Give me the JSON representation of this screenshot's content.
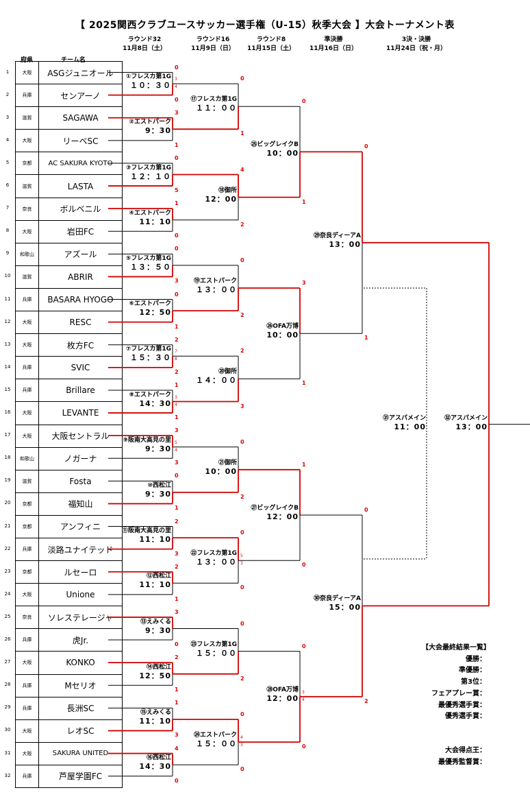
{
  "title": "【 2025関西クラブユースサッカー選手権（U-15）秋季大会 】大会トーナメント表",
  "rounds": [
    {
      "name": "ラウンド32",
      "date": "11月8日（土）"
    },
    {
      "name": "ラウンド16",
      "date": "11月9日（日）"
    },
    {
      "name": "ラウンド8",
      "date": "11月15日（土）"
    },
    {
      "name": "準決勝",
      "date": "11月16日（日）"
    },
    {
      "name": "3決・決勝",
      "date": "11月24日（祝・月）"
    }
  ],
  "columns": {
    "pref": "府県",
    "team": "チーム名"
  },
  "teams": [
    {
      "no": "1",
      "pref": "大阪",
      "name": "ASGジュニオール"
    },
    {
      "no": "2",
      "pref": "兵庫",
      "name": "センアーノ"
    },
    {
      "no": "3",
      "pref": "滋賀",
      "name": "SAGAWA"
    },
    {
      "no": "4",
      "pref": "大阪",
      "name": "リーベSC"
    },
    {
      "no": "5",
      "pref": "京都",
      "name": "AC SAKURA KYOTO"
    },
    {
      "no": "6",
      "pref": "滋賀",
      "name": "LASTA"
    },
    {
      "no": "7",
      "pref": "奈良",
      "name": "ボルベニル"
    },
    {
      "no": "8",
      "pref": "大阪",
      "name": "岩田FC"
    },
    {
      "no": "9",
      "pref": "和歌山",
      "name": "アズール"
    },
    {
      "no": "10",
      "pref": "滋賀",
      "name": "ABRIR"
    },
    {
      "no": "11",
      "pref": "兵庫",
      "name": "BASARA HYOGO"
    },
    {
      "no": "12",
      "pref": "大阪",
      "name": "RESC"
    },
    {
      "no": "13",
      "pref": "大阪",
      "name": "枚方FC"
    },
    {
      "no": "14",
      "pref": "兵庫",
      "name": "SVIC"
    },
    {
      "no": "15",
      "pref": "兵庫",
      "name": "Brillare"
    },
    {
      "no": "16",
      "pref": "大阪",
      "name": "LEVANTE"
    },
    {
      "no": "17",
      "pref": "大阪",
      "name": "大阪セントラル"
    },
    {
      "no": "18",
      "pref": "和歌山",
      "name": "ノガーナ"
    },
    {
      "no": "19",
      "pref": "滋賀",
      "name": "Fosta"
    },
    {
      "no": "20",
      "pref": "京都",
      "name": "福知山"
    },
    {
      "no": "21",
      "pref": "京都",
      "name": "アンフィニ"
    },
    {
      "no": "22",
      "pref": "兵庫",
      "name": "淡路ユナイテッド"
    },
    {
      "no": "23",
      "pref": "京都",
      "name": "ルセーロ"
    },
    {
      "no": "24",
      "pref": "大阪",
      "name": "Unione"
    },
    {
      "no": "25",
      "pref": "奈良",
      "name": "ソレステレージャ"
    },
    {
      "no": "26",
      "pref": "兵庫",
      "name": "虎Jr."
    },
    {
      "no": "27",
      "pref": "大阪",
      "name": "KONKO"
    },
    {
      "no": "28",
      "pref": "兵庫",
      "name": "Mセリオ"
    },
    {
      "no": "29",
      "pref": "兵庫",
      "name": "長洲SC"
    },
    {
      "no": "30",
      "pref": "大阪",
      "name": "レオSC"
    },
    {
      "no": "31",
      "pref": "大阪",
      "name": "SAKURA UNITED"
    },
    {
      "no": "32",
      "pref": "兵庫",
      "name": "芦屋学園FC"
    }
  ],
  "r32": [
    {
      "venue": "①フレスカ第1G",
      "time": "１０：３０",
      "s1": "0",
      "s2": "0",
      "pk1": "3",
      "pk2": "4",
      "winner": 2
    },
    {
      "venue": "②エストパーク",
      "time": "9：30",
      "s1": "3",
      "s2": "1",
      "winner": 1
    },
    {
      "venue": "③フレスカ第1G",
      "time": "１２：１０",
      "s1": "0",
      "s2": "5",
      "winner": 2
    },
    {
      "venue": "④エストパーク",
      "time": "11：10",
      "s1": "1",
      "s2": "0",
      "winner": 1
    },
    {
      "venue": "⑤フレスカ第1G",
      "time": "１３：５０",
      "s1": "0",
      "s2": "3",
      "winner": 2
    },
    {
      "venue": "⑥エストパーク",
      "time": "12：50",
      "s1": "0",
      "s2": "1",
      "winner": 2
    },
    {
      "venue": "⑦フレスカ第1G",
      "time": "１５：３０",
      "s1": "2",
      "s2": "2",
      "pk1": "7",
      "pk2": "8",
      "winner": 2
    },
    {
      "venue": "⑧エストパーク",
      "time": "14：30",
      "s1": "1",
      "s2": "1",
      "pk1": "3",
      "pk2": "4",
      "winner": 2
    },
    {
      "venue": "⑨阪南大高見の里",
      "time": "9：30",
      "s1": "3",
      "s2": "3",
      "pk1": "5",
      "pk2": "4",
      "winner": 1
    },
    {
      "venue": "⑩西松江",
      "time": "9：30",
      "s1": "0",
      "s2": "1",
      "winner": 2
    },
    {
      "venue": "⑪阪南大高見の里",
      "time": "11：10",
      "s1": "2",
      "s2": "3",
      "winner": 2
    },
    {
      "venue": "⑫西松江",
      "time": "11：10",
      "s1": "2",
      "s2": "1",
      "winner": 1
    },
    {
      "venue": "⑬えみくる",
      "time": "9：30",
      "s1": "3",
      "s2": "0",
      "winner": 1
    },
    {
      "venue": "⑭西松江",
      "time": "12：50",
      "s1": "2",
      "s2": "1",
      "winner": 1
    },
    {
      "venue": "⑮えみくる",
      "time": "11：10",
      "s1": "1",
      "s2": "3",
      "winner": 2
    },
    {
      "venue": "⑯西松江",
      "time": "14：30",
      "s1": "4",
      "s2": "0",
      "winner": 1
    }
  ],
  "r16": [
    {
      "venue": "⑰フレスカ第1G",
      "time": "１１：００",
      "s1": "0",
      "s2": "1",
      "winner": 2
    },
    {
      "venue": "⑱御所",
      "time": "12：00",
      "s1": "4",
      "s2": "2",
      "winner": 1
    },
    {
      "venue": "⑲エストパーク",
      "time": "１３：００",
      "s1": "0",
      "s2": "2",
      "winner": 2
    },
    {
      "venue": "⑳御所",
      "time": "１４：００",
      "s1": "2",
      "s2": "3",
      "winner": 2
    },
    {
      "venue": "㉑御所",
      "time": "10：00",
      "s1": "0",
      "s2": "2",
      "winner": 2
    },
    {
      "venue": "㉒フレスカ第1G",
      "time": "１３：００",
      "s1": "0",
      "s2": "0",
      "pk1": "5",
      "pk2": "3",
      "winner": 1
    },
    {
      "venue": "㉓フレスカ第1G",
      "time": "１５：００",
      "s1": "0",
      "s2": "2",
      "winner": 2
    },
    {
      "venue": "㉔エストパーク",
      "time": "１５：００",
      "s1": "0",
      "s2": "0",
      "pk1": "4",
      "pk2": "3",
      "winner": 1
    }
  ],
  "r8": [
    {
      "venue": "㉕ビッグレイクB",
      "time": "10：00",
      "s1": "0",
      "s2": "1",
      "winner": 2
    },
    {
      "venue": "㉖OFA万博",
      "time": "10：00",
      "s1": "3",
      "s2": "1",
      "winner": 1
    },
    {
      "venue": "㉗ビッグレイクB",
      "time": "12：00",
      "s1": "1",
      "s2": "0",
      "winner": 1
    },
    {
      "venue": "㉘OFA万博",
      "time": "12：00",
      "s1": "0",
      "s2": "0",
      "pk1": "3",
      "pk2": "4",
      "winner": 2
    }
  ],
  "sf": [
    {
      "venue": "㉙奈良ディーアA",
      "time": "13：00",
      "s1": "0",
      "s2": "1",
      "winner": 1
    },
    {
      "venue": "㉚奈良ディーアA",
      "time": "15：00",
      "s1": "0",
      "s2": "2",
      "winner": 2
    }
  ],
  "third": {
    "venue": "㉛アスパメイン",
    "time": "11：00"
  },
  "final": {
    "venue": "㉜アスパメイン",
    "time": "13：00"
  },
  "results": {
    "heading": "【大会最終結果一覧】",
    "items": [
      "優勝：",
      "準優勝：",
      "第3位：",
      "フェアプレー賞：",
      "最優秀選手賞：",
      "優秀選手賞：",
      "大会得点王：",
      "最優秀監督賞："
    ]
  },
  "colors": {
    "winner_line": "#d00000",
    "line": "#000000"
  }
}
